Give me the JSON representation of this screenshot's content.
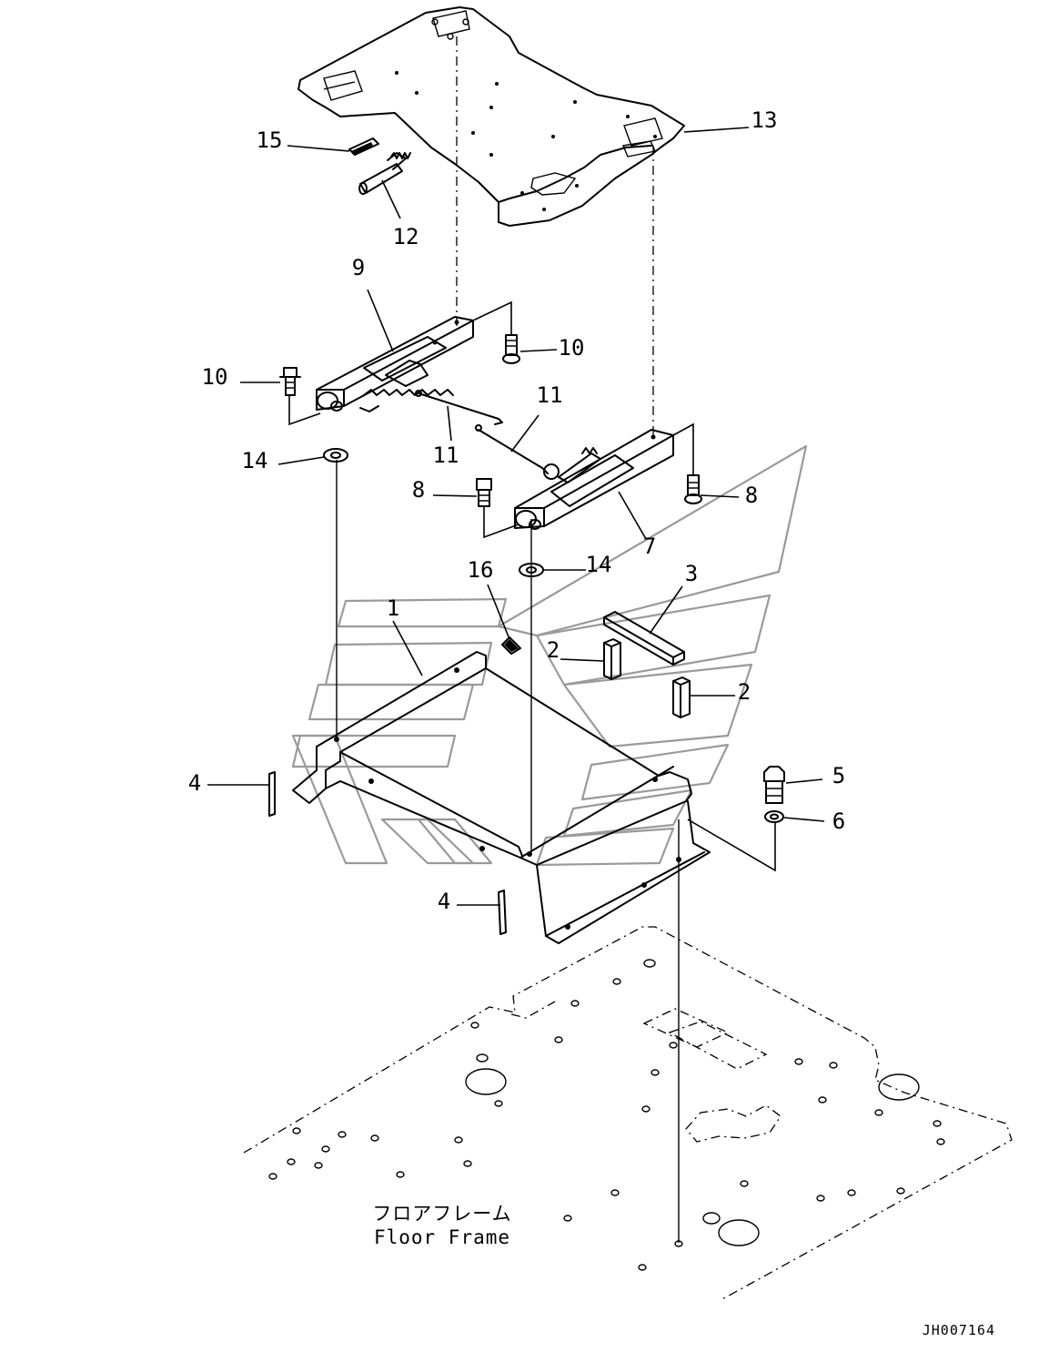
{
  "callouts": [
    "1",
    "2",
    "2",
    "3",
    "4",
    "4",
    "5",
    "6",
    "7",
    "8",
    "8",
    "9",
    "10",
    "10",
    "11",
    "11",
    "12",
    "13",
    "14",
    "14",
    "15",
    "16"
  ],
  "floor_frame": {
    "label_jp": "フロアフレーム",
    "label_en": "Floor Frame"
  },
  "drawing_code": "JH007164"
}
